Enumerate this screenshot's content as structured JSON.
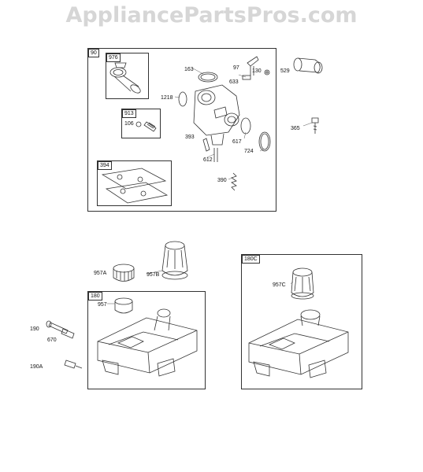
{
  "watermark": "AppliancePartsPros.com",
  "groups": {
    "g90": "90",
    "g976": "976",
    "g913": "913",
    "g394": "394",
    "g180": "180",
    "g180c": "180C"
  },
  "parts": {
    "p163": "163",
    "p97": "97",
    "p633": "633",
    "p130": "130",
    "p529": "529",
    "p1218": "1218",
    "p106": "106",
    "p365": "365",
    "p393": "393",
    "p617": "617",
    "p724": "724",
    "p612": "612",
    "p390": "390",
    "p957a": "957A",
    "p957b": "957B",
    "p957": "957",
    "p957c": "957C",
    "p190": "190",
    "p670": "670",
    "p190a": "190A"
  }
}
